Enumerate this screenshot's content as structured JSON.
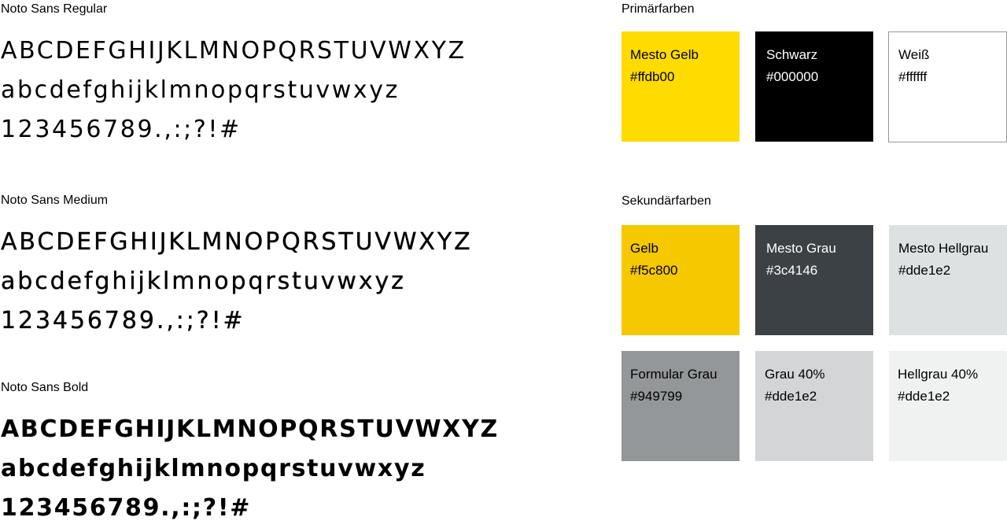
{
  "typography": [
    {
      "heading": "Noto Sans Regular",
      "uppercase": "ABCDEFGHIJKLMNOPQRSTUVWXYZ",
      "lowercase": "abcdefghijklmnopqrstuvwxyz",
      "digits": "123456789.,:;?!#"
    },
    {
      "heading": "Noto Sans Medium",
      "uppercase": "ABCDEFGHIJKLMNOPQRSTUVWXYZ",
      "lowercase": "abcdefghijklmnopqrstuvwxyz",
      "digits": "123456789.,:;?!#"
    },
    {
      "heading": "Noto Sans Bold",
      "uppercase": "ABCDEFGHIJKLMNOPQRSTUVWXYZ",
      "lowercase": "abcdefghijklmnopqrstuvwxyz",
      "digits": "123456789.,:;?!#"
    }
  ],
  "primary": {
    "heading": "Primärfarben",
    "swatches": [
      {
        "name": "Mesto Gelb",
        "hex": "#ffdb00",
        "bg": "#ffdb00",
        "fg": "#000000"
      },
      {
        "name": "Schwarz",
        "hex": "#000000",
        "bg": "#000000",
        "fg": "#ffffff"
      },
      {
        "name": "Weiß",
        "hex": "#ffffff",
        "bg": "#ffffff",
        "fg": "#000000"
      }
    ]
  },
  "secondary": {
    "heading": "Sekundärfarben",
    "swatches": [
      {
        "name": "Gelb",
        "hex": "#f5c800",
        "bg": "#f5c800",
        "fg": "#000000"
      },
      {
        "name": "Mesto Grau",
        "hex": "#3c4146",
        "bg": "#3c4146",
        "fg": "#ffffff"
      },
      {
        "name": "Mesto Hellgrau",
        "hex": "#dde1e2",
        "bg": "#dde1e2",
        "fg": "#000000"
      },
      {
        "name": "Formular Grau",
        "hex": "#949799",
        "bg": "#949799",
        "fg": "#000000"
      },
      {
        "name": "Grau 40%",
        "hex": "#dde1e2",
        "bg": "#d4d5d6",
        "fg": "#000000"
      },
      {
        "name": "Hellgrau 40%",
        "hex": "#dde1e2",
        "bg": "#f0f1f1",
        "fg": "#000000"
      }
    ]
  }
}
